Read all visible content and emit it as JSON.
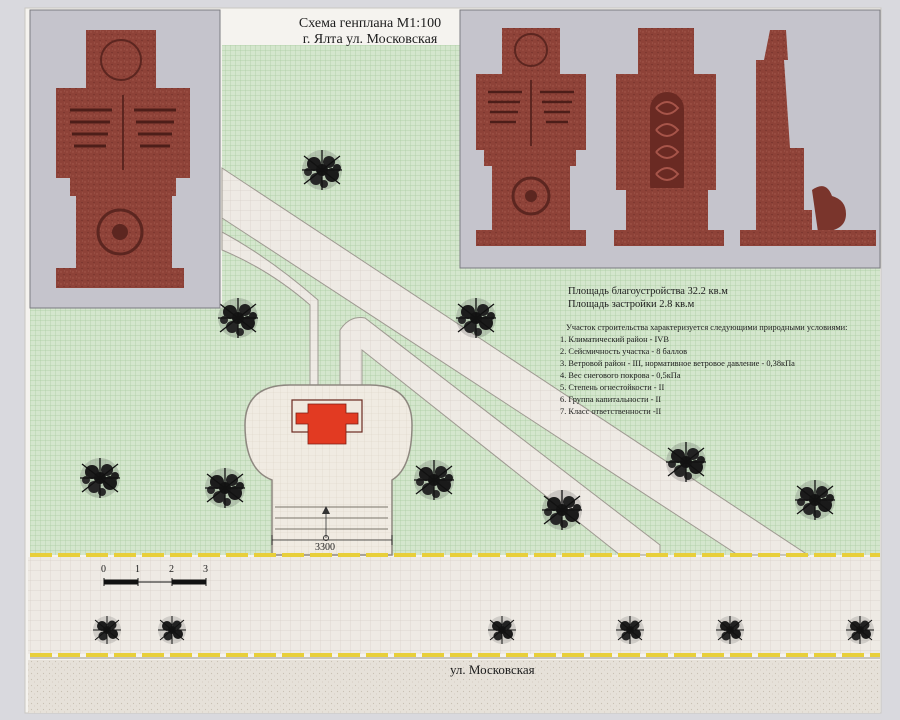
{
  "title": {
    "line1": "Схема генплана М1:100",
    "line2": "г. Ялта ул. Московская"
  },
  "areas": {
    "improvement": "Площадь благоустройства  32.2 кв.м",
    "building": "Площадь застройки  2.8 кв.м"
  },
  "conditions": {
    "heading": "Участок строительства характеризуется следующими природными условиями:",
    "items": [
      "1.  Климатический район - IVB",
      "2.  Сейсмичность участка - 8 баллов",
      "3. Ветровой район - III, нормативное ветровое давление - 0,38кПа",
      "4. Вес снегового покрова - 0,5кПа",
      "5. Степень огнестойкости - II",
      "6. Группа капитальности - II",
      "7. Класс ответственности -II"
    ]
  },
  "dimension": "3300",
  "scale": {
    "ticks": [
      "0",
      "1",
      "2",
      "3"
    ]
  },
  "street": "ул. Московская",
  "colors": {
    "paper": "#f4f2ee",
    "lawn": "#cfe2c8",
    "paving": "#ece8e2",
    "stone": "#8a3f35",
    "monument": "#e23a22",
    "curb_yellow": "#e8cf3a",
    "shrub": "#1a1a1a"
  }
}
